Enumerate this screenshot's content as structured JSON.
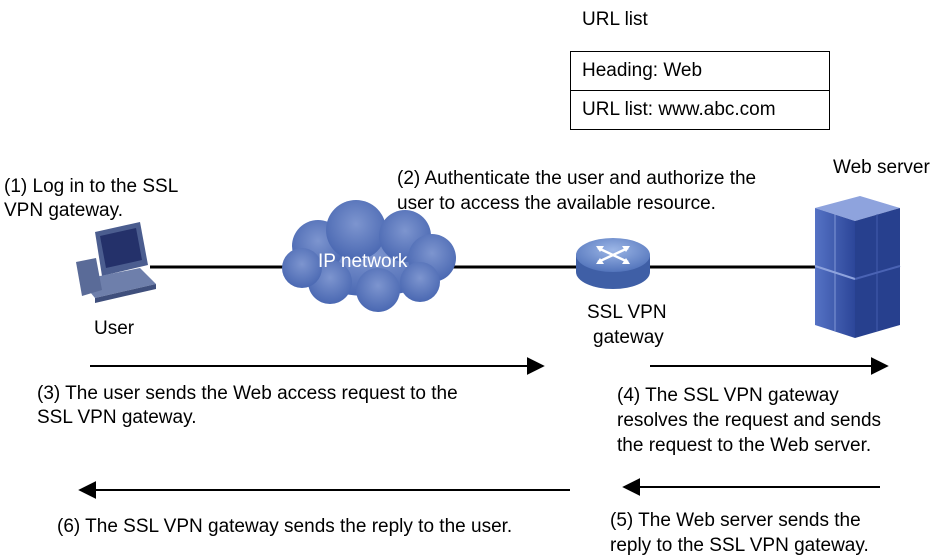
{
  "url_list": {
    "title": "URL list",
    "heading_row": "Heading: Web",
    "url_row": "URL list: www.abc.com"
  },
  "nodes": {
    "user_label": "User",
    "cloud_label": "IP network",
    "gateway_label_line1": "SSL VPN",
    "gateway_label_line2": "gateway",
    "server_label": "Web server"
  },
  "steps": {
    "step1_line1": "(1) Log in to the SSL",
    "step1_line2": "VPN gateway.",
    "step2_line1": "(2) Authenticate the user and authorize the",
    "step2_line2": "user to access the available resource.",
    "step3_line1": "(3) The user sends the Web access request to the",
    "step3_line2": "SSL VPN gateway.",
    "step4_line1": "(4) The SSL VPN gateway",
    "step4_line2": "resolves the request and sends",
    "step4_line3": "the request to the Web server.",
    "step5_line1": "(5) The Web server sends the",
    "step5_line2": "reply to the SSL VPN gateway.",
    "step6_line1": "(6) The SSL VPN gateway sends the reply to the user."
  },
  "colors": {
    "cloud": "#5b79bf",
    "router": "#6c8fd0",
    "server": "#2e4a9e",
    "line": "#000000"
  },
  "icons": {
    "user": "computer-icon",
    "cloud": "cloud-icon",
    "gateway": "router-icon",
    "server": "server-icon"
  }
}
